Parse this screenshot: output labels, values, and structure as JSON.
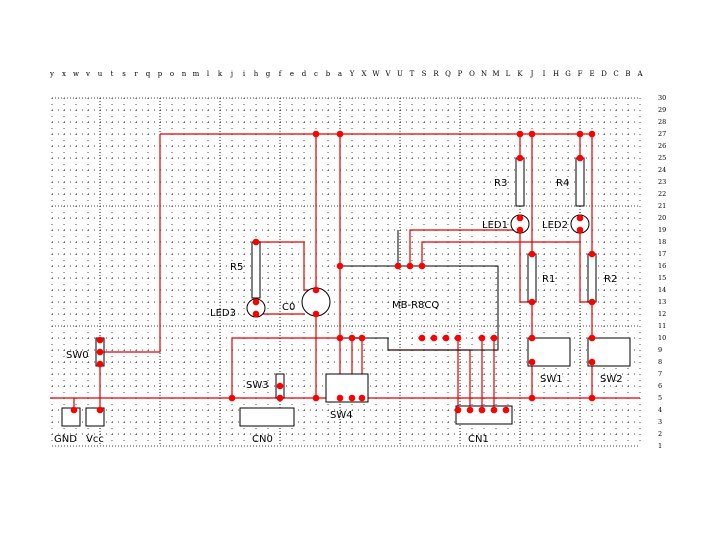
{
  "column_labels": [
    "y",
    "x",
    "w",
    "v",
    "u",
    "t",
    "s",
    "r",
    "q",
    "p",
    "o",
    "n",
    "m",
    "l",
    "k",
    "j",
    "i",
    "h",
    "g",
    "f",
    "e",
    "d",
    "c",
    "b",
    "a",
    "Y",
    "X",
    "W",
    "V",
    "U",
    "T",
    "S",
    "R",
    "Q",
    "P",
    "O",
    "N",
    "M",
    "L",
    "K",
    "J",
    "I",
    "H",
    "G",
    "F",
    "E",
    "D",
    "C",
    "B",
    "A"
  ],
  "row_labels": [
    "30",
    "29",
    "28",
    "27",
    "26",
    "25",
    "24",
    "23",
    "22",
    "21",
    "20",
    "19",
    "18",
    "17",
    "16",
    "15",
    "14",
    "13",
    "12",
    "11",
    "10",
    "9",
    "8",
    "7",
    "6",
    "5",
    "4",
    "3",
    "2",
    "1"
  ],
  "components": {
    "r3": "R3",
    "r4": "R4",
    "led1": "LED1",
    "led2": "LED2",
    "r5": "R5",
    "r1": "R1",
    "r2": "R2",
    "led3": "LED3",
    "c0": "C0",
    "mcu": "MB-R8CQ",
    "sw0": "SW0",
    "sw1": "SW1",
    "sw2": "SW2",
    "sw3": "SW3",
    "sw4": "SW4",
    "gnd": "GND",
    "vcc": "Vcc",
    "cn0": "CN0",
    "cn1": "CN1"
  },
  "colors": {
    "wire": "#e00000",
    "pad": "#ff0000",
    "grid": "#000000"
  }
}
